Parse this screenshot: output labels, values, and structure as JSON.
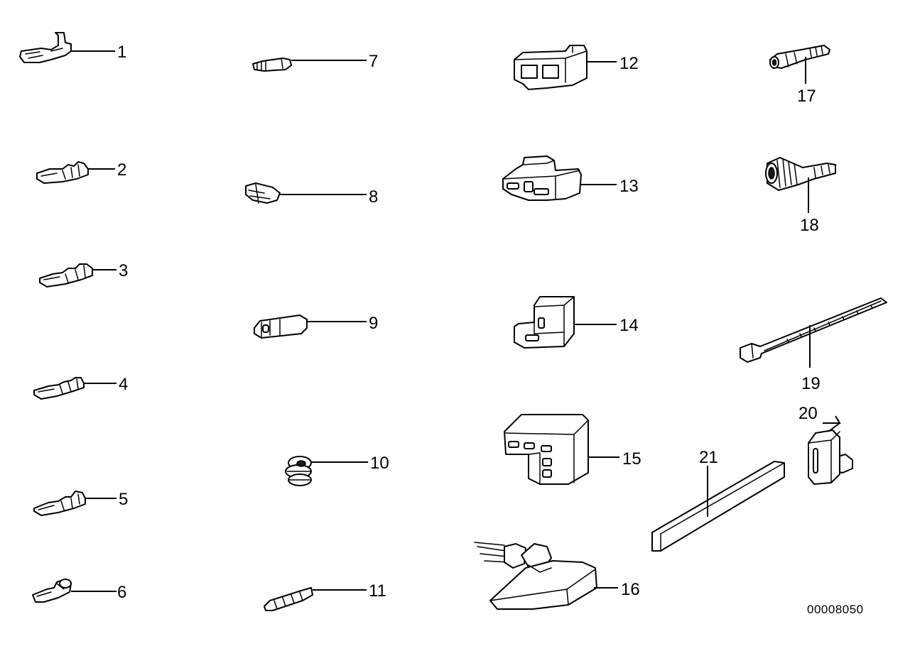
{
  "parts": [
    {
      "number": "1"
    },
    {
      "number": "2"
    },
    {
      "number": "3"
    },
    {
      "number": "4"
    },
    {
      "number": "5"
    },
    {
      "number": "6"
    },
    {
      "number": "7"
    },
    {
      "number": "8"
    },
    {
      "number": "9"
    },
    {
      "number": "10"
    },
    {
      "number": "11"
    },
    {
      "number": "12"
    },
    {
      "number": "13"
    },
    {
      "number": "14"
    },
    {
      "number": "15"
    },
    {
      "number": "16"
    },
    {
      "number": "17"
    },
    {
      "number": "18"
    },
    {
      "number": "19"
    },
    {
      "number": "20"
    },
    {
      "number": "21"
    }
  ],
  "diagram_id": "00008050"
}
